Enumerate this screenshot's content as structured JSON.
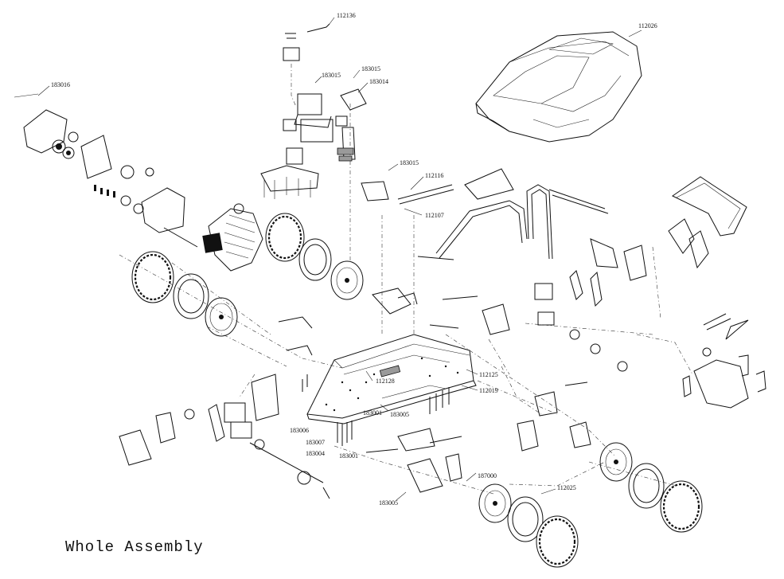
{
  "caption": "Whole Assembly",
  "part_labels": [
    "112136",
    "112026",
    "183016",
    "183015",
    "183015",
    "183014",
    "183015",
    "112116",
    "112107",
    "112128",
    "112125",
    "112019",
    "183001",
    "183005",
    "183006",
    "183007",
    "183004",
    "183001",
    "187000",
    "112025",
    "183005"
  ]
}
